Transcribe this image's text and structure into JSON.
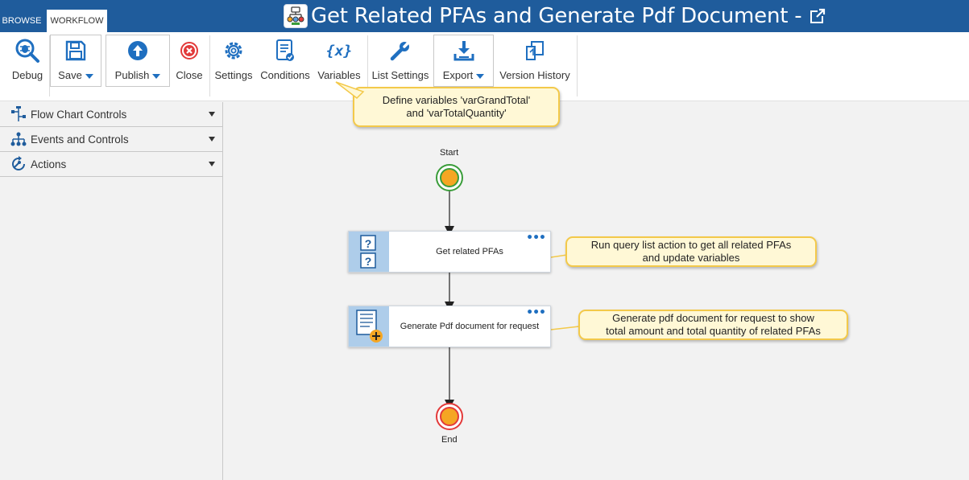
{
  "tabs": {
    "browse": "BROWSE",
    "workflow": "WORKFLOW"
  },
  "header": {
    "title": "Get Related PFAs and Generate Pdf Document -"
  },
  "ribbon": {
    "debug": "Debug",
    "save": "Save",
    "publish": "Publish",
    "close": "Close",
    "settings": "Settings",
    "conditions": "Conditions",
    "variables": "Variables",
    "variables_icon_text": "{x}",
    "list_settings": "List Settings",
    "export": "Export",
    "version_history": "Version History"
  },
  "sidebar": {
    "items": [
      {
        "label": "Flow Chart Controls",
        "icon": "flowchart-icon"
      },
      {
        "label": "Events and Controls",
        "icon": "hierarchy-icon"
      },
      {
        "label": "Actions",
        "icon": "actions-icon"
      }
    ]
  },
  "workflow": {
    "start_label": "Start",
    "end_label": "End",
    "action1": "Get related PFAs",
    "action2": "Generate Pdf document for request",
    "action_icon_text": "?",
    "menu_dots": "•••"
  },
  "callouts": {
    "variables": [
      "Define variables 'varGrandTotal'",
      "and 'varTotalQuantity'"
    ],
    "action1": [
      "Run query list action to get all related PFAs",
      "and update variables"
    ],
    "action2": [
      "Generate pdf document for request to show",
      "total amount and total quantity of related PFAs"
    ]
  },
  "colors": {
    "header_bg": "#1f5c9c",
    "icon_blue": "#1f6fc0",
    "close_red": "#e23a3a",
    "callout_bg": "#fff8d6",
    "callout_border": "#f3c94a",
    "start_ring": "#3a9d3a",
    "end_ring": "#e33a3a",
    "node_fill": "#f5a623",
    "action_side": "#aecdea"
  }
}
